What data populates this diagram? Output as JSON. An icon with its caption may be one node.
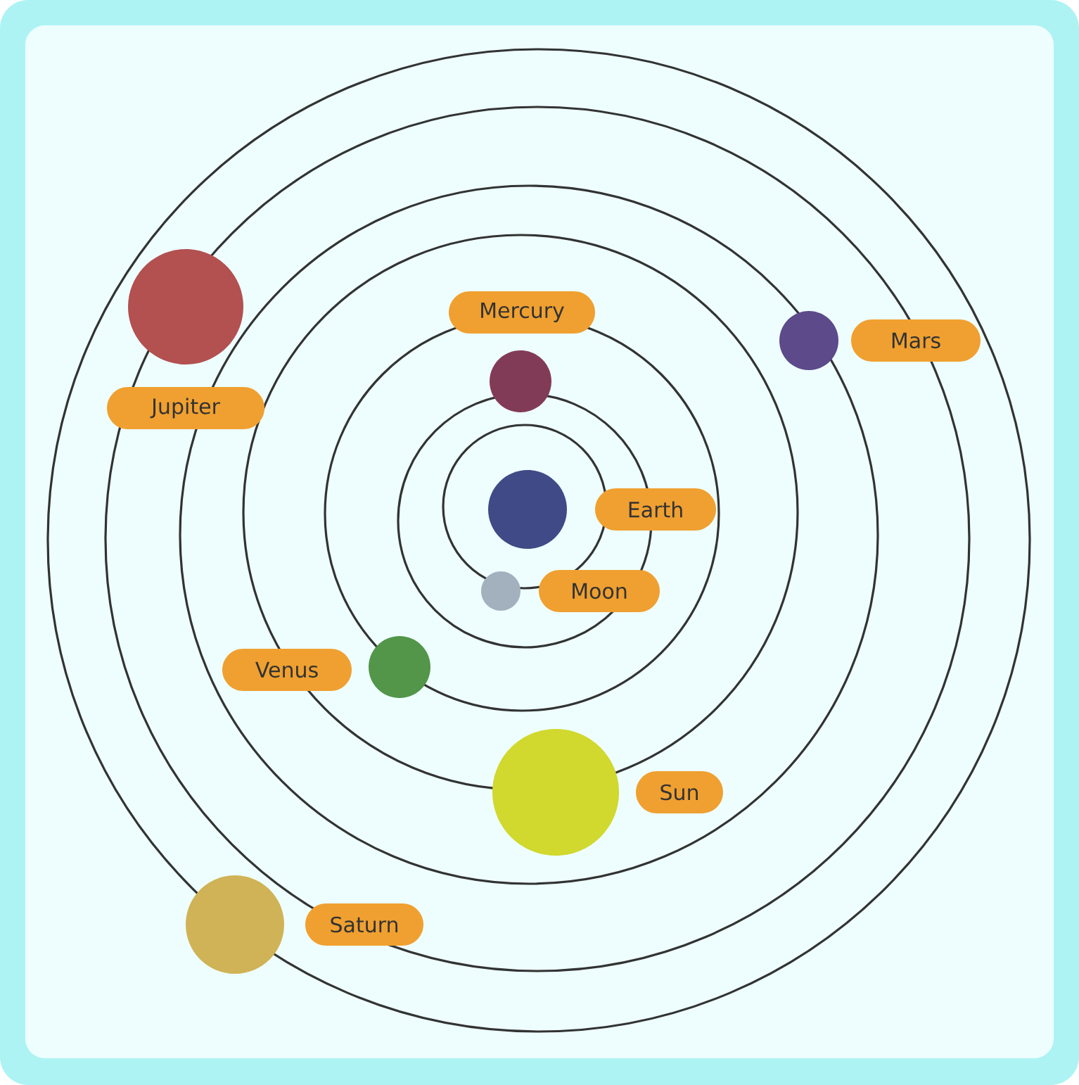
{
  "diagram": {
    "nodes": [
      {
        "text": [
          "Mercury"
        ]
      },
      {
        "text": [
          "Mars"
        ]
      },
      {
        "text": [
          "Jupiter"
        ]
      },
      {
        "text": [
          "Earth"
        ]
      },
      {
        "text": [
          "Moon"
        ]
      },
      {
        "text": [
          "Venus"
        ]
      },
      {
        "text": [
          "Sun"
        ]
      },
      {
        "text": [
          "Saturn"
        ]
      }
    ],
    "edges": []
  }
}
